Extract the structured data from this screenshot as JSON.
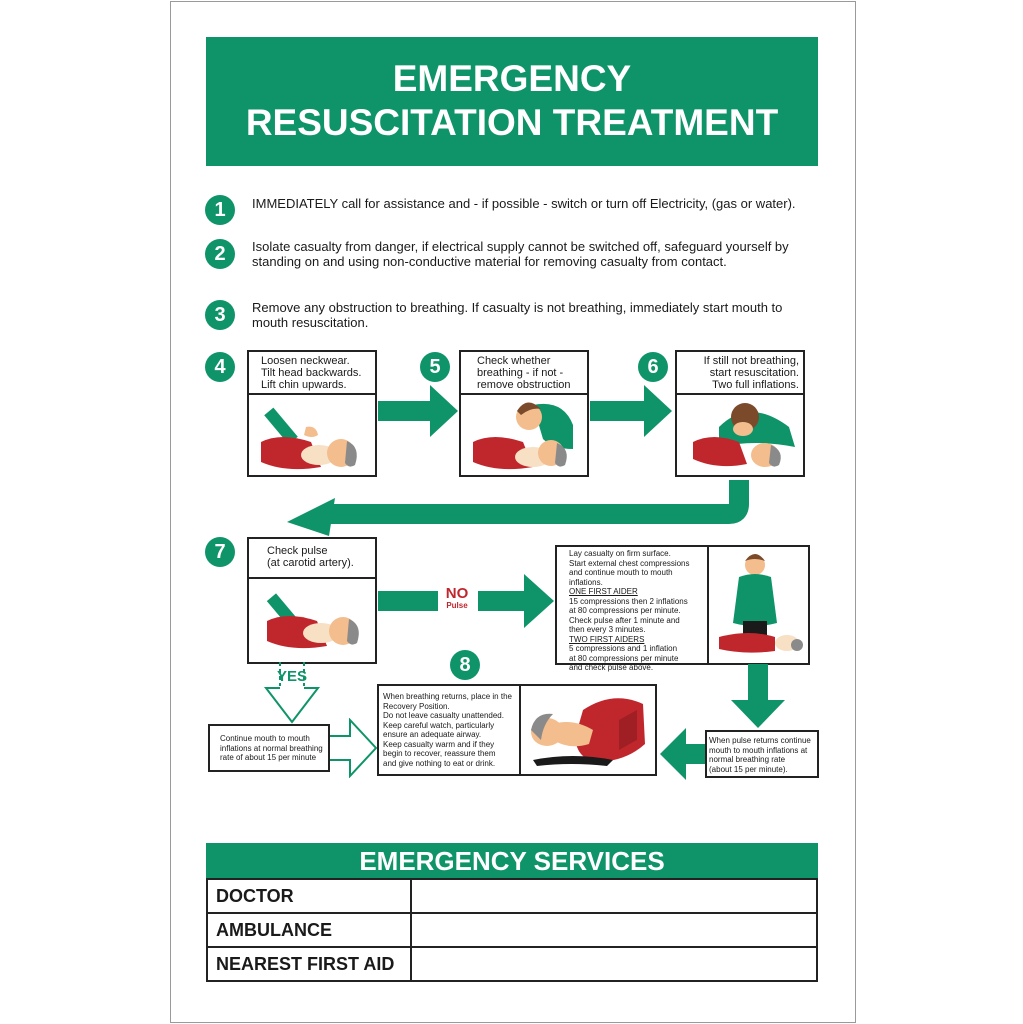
{
  "header": {
    "line1": "EMERGENCY",
    "line2": "RESUSCITATION TREATMENT"
  },
  "steps": [
    {
      "num": "1",
      "text": "IMMEDIATELY call for assistance and - if possible - switch or turn off Electricity, (gas or water)."
    },
    {
      "num": "2",
      "text": "Isolate casualty from danger, if electrical supply cannot be switched off, safeguard yourself by standing on and using non-conductive material for removing casualty from contact."
    },
    {
      "num": "3",
      "text": "Remove any obstruction to breathing. If casualty is not breathing, immediately start mouth to mouth resuscitation."
    }
  ],
  "flow": {
    "s4": {
      "num": "4",
      "lines": [
        "Loosen neckwear.",
        "Tilt head backwards.",
        "Lift chin upwards."
      ]
    },
    "s5": {
      "num": "5",
      "lines": [
        "Check whether",
        "breathing - if not -",
        "remove obstruction"
      ]
    },
    "s6": {
      "num": "6",
      "lines": [
        "If still not breathing,",
        "start resuscitation.",
        "Two full inflations."
      ]
    },
    "s7": {
      "num": "7",
      "lines": [
        "Check pulse",
        "(at carotid artery)."
      ]
    },
    "no": {
      "word": "NO",
      "sub": "Pulse"
    },
    "yes": "YES",
    "compressions": {
      "l1": "Lay casualty on firm surface.",
      "l2": "Start external chest compressions",
      "l3": "and continue mouth to mouth",
      "l4": "inflations.",
      "h1": "ONE FIRST AIDER",
      "l5": "15 compressions then 2 inflations",
      "l6": "at 80 compressions per minute.",
      "l7": "Check pulse after 1 minute and",
      "l8": "then every 3 minutes.",
      "h2": "TWO FIRST AIDERS",
      "l9": "5 compressions and 1 inflation",
      "l10": "at 80 compressions per minute",
      "l11": "and check pulse above."
    },
    "s8": {
      "num": "8",
      "lines": [
        "When breathing returns, place in the",
        "Recovery Position.",
        "Do not leave casualty unattended.",
        "Keep careful watch, particularly",
        "ensure an adequate airway.",
        "Keep casualty warm and if they",
        "begin to recover, reassure them",
        "and give nothing to eat or drink."
      ]
    },
    "continue_left": [
      "Continue mouth to mouth",
      "inflations at normal breathing",
      "rate of about 15 per minute"
    ],
    "continue_right": [
      "When pulse returns continue",
      "mouth to mouth inflations at",
      "normal breathing rate",
      "(about 15 per minute)."
    ]
  },
  "services": {
    "title": "EMERGENCY SERVICES",
    "rows": [
      "DOCTOR",
      "AMBULANCE",
      "NEAREST FIRST AID"
    ]
  },
  "colors": {
    "green": "#0f9469",
    "red": "#c0272d",
    "skin": "#f3bd8d",
    "hair": "#7a4a2a"
  }
}
